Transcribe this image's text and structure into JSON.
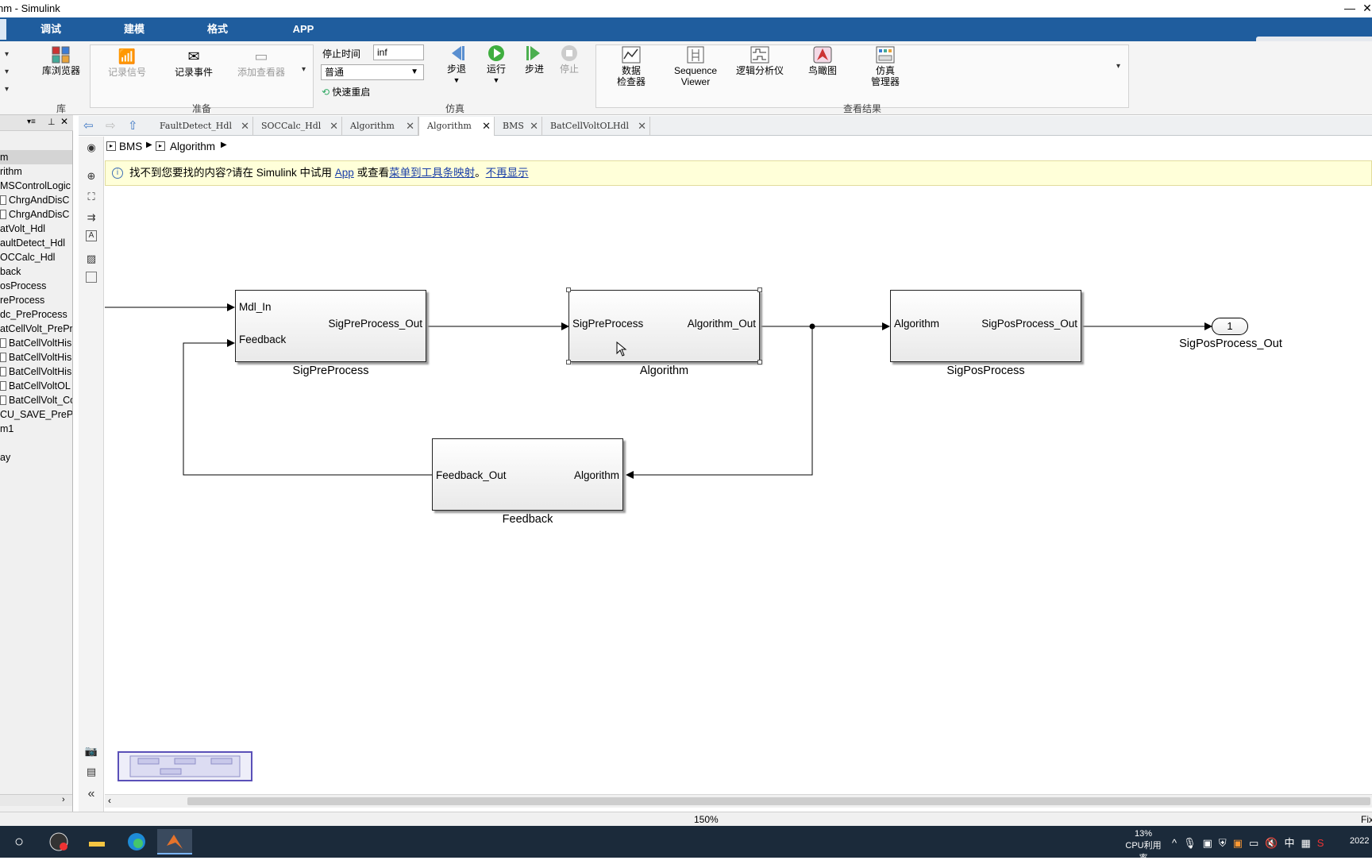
{
  "window": {
    "title": "hm - Simulink"
  },
  "menu_tabs": [
    "调试",
    "建模",
    "格式",
    "APP"
  ],
  "ribbon": {
    "library": {
      "browser_label": "库浏览器",
      "section": "库"
    },
    "prepare": {
      "record_signal": "记录信号",
      "record_event": "记录事件",
      "add_viewer": "添加查看器",
      "section": "准备"
    },
    "simulate": {
      "stop_time_label": "停止时间",
      "stop_time_value": "inf",
      "mode_value": "普通",
      "fast_restart": "快速重启",
      "step_back": "步退",
      "run": "运行",
      "step_forward": "步进",
      "stop": "停止",
      "section": "仿真"
    },
    "review": {
      "data_inspector_1": "数据",
      "data_inspector_2": "检查器",
      "seq_viewer_1": "Sequence",
      "seq_viewer_2": "Viewer",
      "logic_analyzer": "逻辑分析仪",
      "birdseye": "鸟瞰图",
      "sim_manager_1": "仿真",
      "sim_manager_2": "管理器",
      "section": "查看结果"
    }
  },
  "model_browser": {
    "items": [
      "m",
      "rithm",
      "MSControlLogic",
      "ChrgAndDisC",
      "ChrgAndDisC",
      "atVolt_Hdl",
      "aultDetect_Hdl",
      "OCCalc_Hdl",
      "back",
      "osProcess",
      "reProcess",
      "dc_PreProcess",
      "atCellVolt_PrePr",
      "BatCellVoltHis",
      "BatCellVoltHis",
      "BatCellVoltHis",
      "BatCellVoltOL",
      "BatCellVolt_Co",
      "CU_SAVE_PrePro",
      "m1",
      "",
      "ay"
    ]
  },
  "doc_tabs": [
    {
      "label": "FaultDetect_Hdl"
    },
    {
      "label": "SOCCalc_Hdl"
    },
    {
      "label": "Algorithm"
    },
    {
      "label": "Algorithm"
    },
    {
      "label": "BMS"
    },
    {
      "label": "BatCellVoltOLHdl"
    }
  ],
  "breadcrumb": {
    "root": "BMS",
    "current": "Algorithm"
  },
  "infobar": {
    "text1": "找不到您要找的内容?请在 ",
    "simulink": "Simulink",
    "text2": " 中试用 ",
    "app_link": "App",
    "text3": " 或查看",
    "map_link": "菜单到工具条映射",
    "text4": "。",
    "dismiss_link": "不再显示"
  },
  "blocks": {
    "sigpre": {
      "name": "SigPreProcess",
      "in1": "Mdl_In",
      "in2": "Feedback",
      "out": "SigPreProcess_Out"
    },
    "algo": {
      "name": "Algorithm",
      "in": "SigPreProcess",
      "out": "Algorithm_Out"
    },
    "sigpos": {
      "name": "SigPosProcess",
      "in": "Algorithm",
      "out": "SigPosProcess_Out"
    },
    "feedback": {
      "name": "Feedback",
      "in": "Algorithm",
      "out": "Feedback_Out"
    },
    "outport": {
      "number": "1",
      "name": "SigPosProcess_Out"
    }
  },
  "status": {
    "zoom": "150%",
    "right": "Fix"
  },
  "taskbar": {
    "cpu_percent": "13%",
    "cpu_label": "CPU利用率",
    "ime": "中",
    "clock_partial": "2022"
  }
}
